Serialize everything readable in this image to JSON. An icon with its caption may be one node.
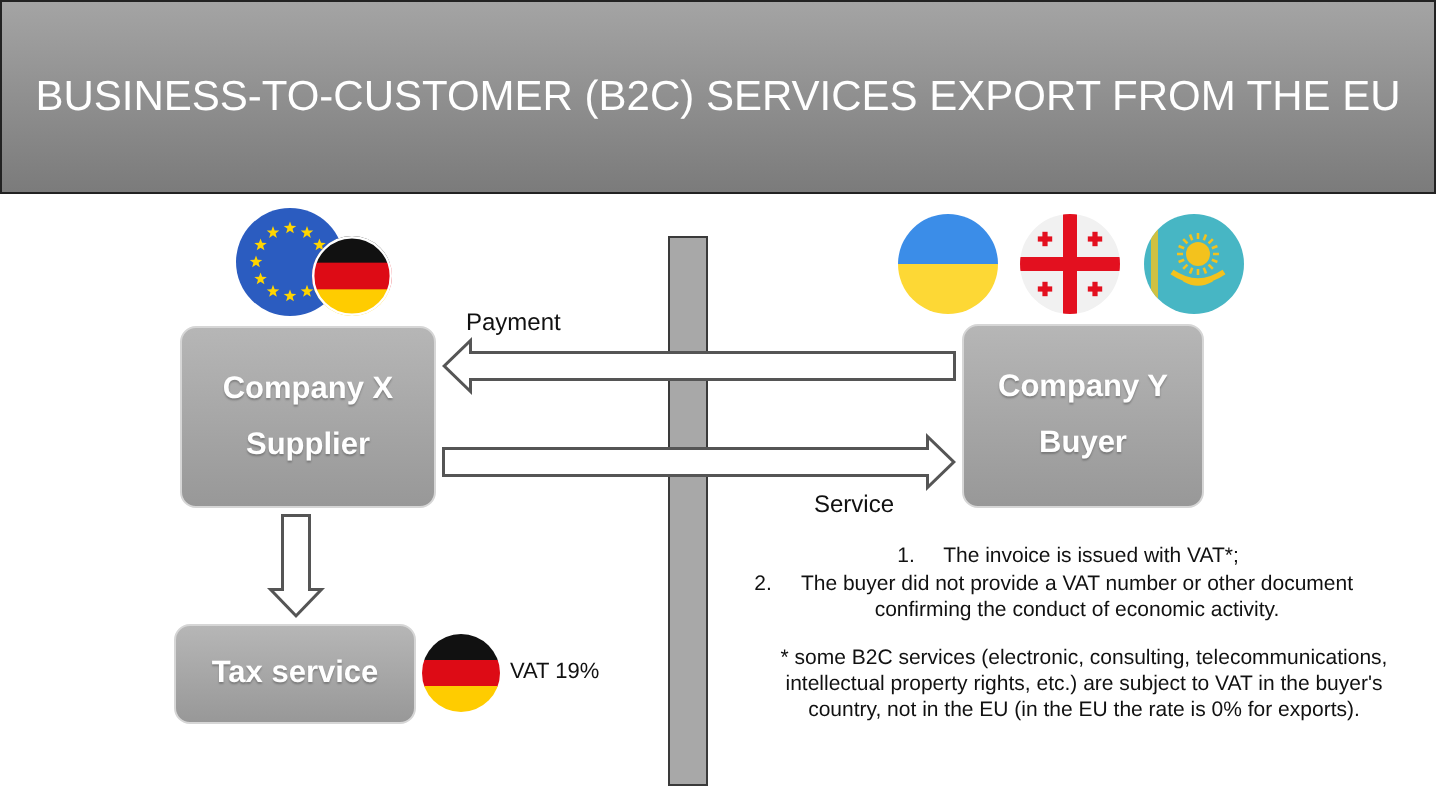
{
  "diagram": {
    "title": "BUSINESS-TO-CUSTOMER (B2C) SERVICES EXPORT FROM THE EU",
    "nodes": [
      {
        "text": [
          "Company X Supplier"
        ]
      },
      {
        "text": [
          "Company Y Buyer"
        ]
      },
      {
        "text": [
          "Tax service"
        ]
      }
    ],
    "edges": [
      {
        "from": 1,
        "to": 0,
        "arrow": "to",
        "label": "Payment"
      },
      {
        "from": 0,
        "to": 1,
        "arrow": "to",
        "label": "Service"
      },
      {
        "from": 0,
        "to": 2,
        "arrow": "to"
      }
    ],
    "labels": [
      "1.",
      "The invoice is issued with VAT*;",
      "2.",
      "The buyer did not provide a VAT number or other document confirming the conduct of economic activity.",
      "VAT 19%",
      "* some B2C services (electronic, consulting, telecommunications, intellectual property rights, etc.) are subject to VAT in the buyer's country, not in the EU (in the EU the rate is 0% for exports)."
    ]
  }
}
